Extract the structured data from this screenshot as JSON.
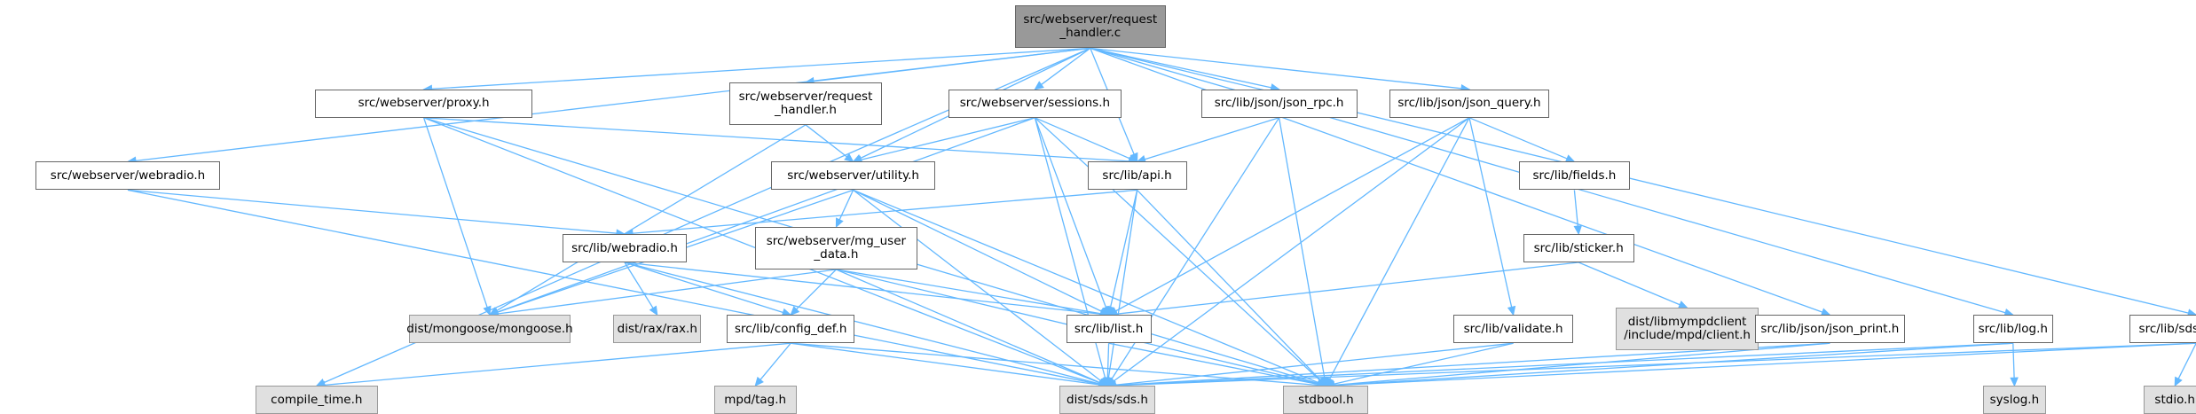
{
  "nodes": [
    {
      "id": "root",
      "kind": "root",
      "lines": [
        "src/webserver/request",
        "_handler.c"
      ]
    },
    {
      "id": "proxy_h",
      "kind": "file",
      "lines": [
        "src/webserver/proxy.h"
      ]
    },
    {
      "id": "req_handler_h",
      "kind": "file",
      "lines": [
        "src/webserver/request",
        "_handler.h"
      ]
    },
    {
      "id": "sessions_h",
      "kind": "file",
      "lines": [
        "src/webserver/sessions.h"
      ]
    },
    {
      "id": "json_rpc_h",
      "kind": "file",
      "lines": [
        "src/lib/json/json_rpc.h"
      ]
    },
    {
      "id": "json_query_h",
      "kind": "file",
      "lines": [
        "src/lib/json/json_query.h"
      ]
    },
    {
      "id": "webradio_srv_h",
      "kind": "file",
      "lines": [
        "src/webserver/webradio.h"
      ]
    },
    {
      "id": "utility_h",
      "kind": "file",
      "lines": [
        "src/webserver/utility.h"
      ]
    },
    {
      "id": "api_h",
      "kind": "file",
      "lines": [
        "src/lib/api.h"
      ]
    },
    {
      "id": "fields_h",
      "kind": "file",
      "lines": [
        "src/lib/fields.h"
      ]
    },
    {
      "id": "webradio_lib_h",
      "kind": "file",
      "lines": [
        "src/lib/webradio.h"
      ]
    },
    {
      "id": "mg_user_data_h",
      "kind": "file",
      "lines": [
        "src/webserver/mg_user",
        "_data.h"
      ]
    },
    {
      "id": "sticker_h",
      "kind": "file",
      "lines": [
        "src/lib/sticker.h"
      ]
    },
    {
      "id": "mongoose_h",
      "kind": "system",
      "lines": [
        "dist/mongoose/mongoose.h"
      ]
    },
    {
      "id": "rax_h",
      "kind": "system",
      "lines": [
        "dist/rax/rax.h"
      ]
    },
    {
      "id": "config_def_h",
      "kind": "file",
      "lines": [
        "src/lib/config_def.h"
      ]
    },
    {
      "id": "list_h",
      "kind": "file",
      "lines": [
        "src/lib/list.h"
      ]
    },
    {
      "id": "mpdclient_h",
      "kind": "system",
      "lines": [
        "dist/libmympdclient",
        "/include/mpd/client.h"
      ]
    },
    {
      "id": "validate_h",
      "kind": "file",
      "lines": [
        "src/lib/validate.h"
      ]
    },
    {
      "id": "json_print_h",
      "kind": "file",
      "lines": [
        "src/lib/json/json_print.h"
      ]
    },
    {
      "id": "log_h",
      "kind": "file",
      "lines": [
        "src/lib/log.h"
      ]
    },
    {
      "id": "sds_extras_h",
      "kind": "file",
      "lines": [
        "src/lib/sds_extras.h"
      ]
    },
    {
      "id": "compile_time_h",
      "kind": "system",
      "lines": [
        "compile_time.h"
      ]
    },
    {
      "id": "mpd_tag_h",
      "kind": "system",
      "lines": [
        "mpd/tag.h"
      ]
    },
    {
      "id": "sds_h",
      "kind": "system",
      "lines": [
        "dist/sds/sds.h"
      ]
    },
    {
      "id": "stdbool_h",
      "kind": "system",
      "lines": [
        "stdbool.h"
      ]
    },
    {
      "id": "syslog_h",
      "kind": "system",
      "lines": [
        "syslog.h"
      ]
    },
    {
      "id": "stdio_h",
      "kind": "system",
      "lines": [
        "stdio.h"
      ]
    }
  ],
  "edges": [
    [
      "root",
      "proxy_h"
    ],
    [
      "root",
      "req_handler_h"
    ],
    [
      "root",
      "sessions_h"
    ],
    [
      "root",
      "json_rpc_h"
    ],
    [
      "root",
      "json_query_h"
    ],
    [
      "root",
      "webradio_srv_h"
    ],
    [
      "root",
      "utility_h"
    ],
    [
      "root",
      "api_h"
    ],
    [
      "root",
      "json_print_h"
    ],
    [
      "root",
      "log_h"
    ],
    [
      "root",
      "sds_extras_h"
    ],
    [
      "root",
      "compile_time_h"
    ],
    [
      "proxy_h",
      "mongoose_h"
    ],
    [
      "proxy_h",
      "api_h"
    ],
    [
      "proxy_h",
      "sds_h"
    ],
    [
      "proxy_h",
      "stdbool_h"
    ],
    [
      "req_handler_h",
      "mongoose_h"
    ],
    [
      "req_handler_h",
      "utility_h"
    ],
    [
      "sessions_h",
      "mongoose_h"
    ],
    [
      "sessions_h",
      "utility_h"
    ],
    [
      "sessions_h",
      "api_h"
    ],
    [
      "sessions_h",
      "list_h"
    ],
    [
      "sessions_h",
      "sds_h"
    ],
    [
      "sessions_h",
      "stdbool_h"
    ],
    [
      "json_rpc_h",
      "api_h"
    ],
    [
      "json_rpc_h",
      "sds_h"
    ],
    [
      "json_rpc_h",
      "stdbool_h"
    ],
    [
      "json_query_h",
      "fields_h"
    ],
    [
      "json_query_h",
      "list_h"
    ],
    [
      "json_query_h",
      "validate_h"
    ],
    [
      "json_query_h",
      "sds_h"
    ],
    [
      "json_query_h",
      "stdbool_h"
    ],
    [
      "webradio_srv_h",
      "webradio_lib_h"
    ],
    [
      "webradio_srv_h",
      "sds_h"
    ],
    [
      "utility_h",
      "mongoose_h"
    ],
    [
      "utility_h",
      "mg_user_data_h"
    ],
    [
      "utility_h",
      "list_h"
    ],
    [
      "utility_h",
      "sds_h"
    ],
    [
      "utility_h",
      "stdbool_h"
    ],
    [
      "api_h",
      "webradio_lib_h"
    ],
    [
      "api_h",
      "list_h"
    ],
    [
      "api_h",
      "sds_h"
    ],
    [
      "api_h",
      "stdbool_h"
    ],
    [
      "fields_h",
      "sticker_h"
    ],
    [
      "webradio_lib_h",
      "rax_h"
    ],
    [
      "webradio_lib_h",
      "config_def_h"
    ],
    [
      "webradio_lib_h",
      "list_h"
    ],
    [
      "webradio_lib_h",
      "sds_h"
    ],
    [
      "mg_user_data_h",
      "mongoose_h"
    ],
    [
      "mg_user_data_h",
      "config_def_h"
    ],
    [
      "mg_user_data_h",
      "list_h"
    ],
    [
      "mg_user_data_h",
      "sds_h"
    ],
    [
      "mg_user_data_h",
      "stdbool_h"
    ],
    [
      "sticker_h",
      "mpdclient_h"
    ],
    [
      "sticker_h",
      "list_h"
    ],
    [
      "config_def_h",
      "compile_time_h"
    ],
    [
      "config_def_h",
      "mpd_tag_h"
    ],
    [
      "config_def_h",
      "sds_h"
    ],
    [
      "config_def_h",
      "stdbool_h"
    ],
    [
      "list_h",
      "sds_h"
    ],
    [
      "list_h",
      "stdbool_h"
    ],
    [
      "validate_h",
      "sds_h"
    ],
    [
      "validate_h",
      "stdbool_h"
    ],
    [
      "json_print_h",
      "sds_h"
    ],
    [
      "json_print_h",
      "stdbool_h"
    ],
    [
      "log_h",
      "syslog_h"
    ],
    [
      "log_h",
      "sds_h"
    ],
    [
      "log_h",
      "stdbool_h"
    ],
    [
      "sds_extras_h",
      "stdio_h"
    ],
    [
      "sds_extras_h",
      "sds_h"
    ],
    [
      "sds_extras_h",
      "stdbool_h"
    ]
  ],
  "colors": {
    "edge": "#63b8ff",
    "node_border": "#666666",
    "system_fill": "#e0e0e0",
    "root_fill": "#999999"
  }
}
